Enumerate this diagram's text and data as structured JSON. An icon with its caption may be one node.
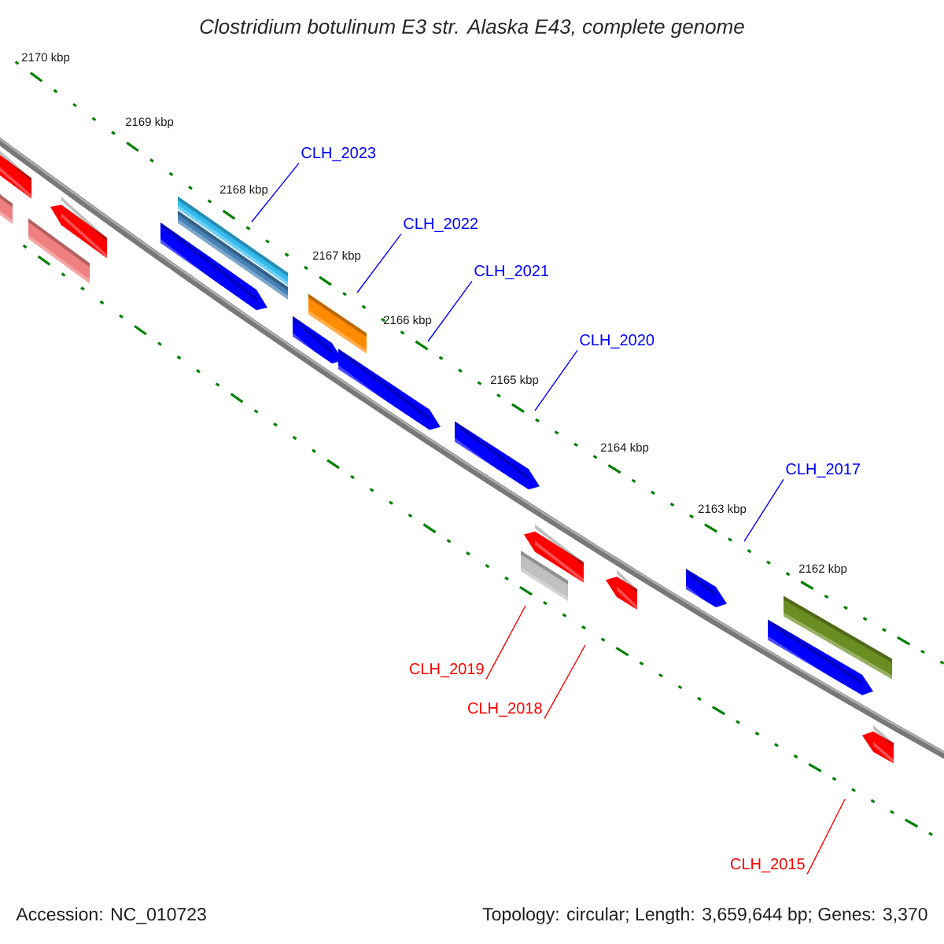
{
  "diagram": {
    "title": "Clostridium botulinum E3 str. Alaska E43, complete genome",
    "nodes": [
      {
        "text": [
          "CLH_2023"
        ]
      },
      {
        "text": [
          "CLH_2022"
        ]
      },
      {
        "text": [
          "CLH_2021"
        ]
      },
      {
        "text": [
          "CLH_2020"
        ]
      },
      {
        "text": [
          "CLH_2017"
        ]
      },
      {
        "text": [
          "CLH_2019"
        ]
      },
      {
        "text": [
          "CLH_2018"
        ]
      },
      {
        "text": [
          "CLH_2015"
        ]
      }
    ],
    "edges": [
      {
        "from": 0,
        "to": null,
        "arrow": "none"
      },
      {
        "from": 1,
        "to": null,
        "arrow": "none"
      },
      {
        "from": 2,
        "to": null,
        "arrow": "none"
      },
      {
        "from": 3,
        "to": null,
        "arrow": "none"
      },
      {
        "from": 4,
        "to": null,
        "arrow": "none"
      },
      {
        "from": 5,
        "to": null,
        "arrow": "none",
        "color": "#ff0000"
      },
      {
        "from": 6,
        "to": null,
        "arrow": "none",
        "color": "#ff0000"
      },
      {
        "from": 7,
        "to": null,
        "arrow": "none",
        "color": "#ff0000"
      }
    ],
    "labels": [
      "2170 kbp",
      "2169 kbp",
      "2168 kbp",
      "2167 kbp",
      "2166 kbp",
      "2165 kbp",
      "2164 kbp",
      "2163 kbp",
      "2162 kbp",
      "Accession: NC_010723",
      "Topology: circular; Length: 3,659,644 bp; Genes: 3,370"
    ]
  }
}
